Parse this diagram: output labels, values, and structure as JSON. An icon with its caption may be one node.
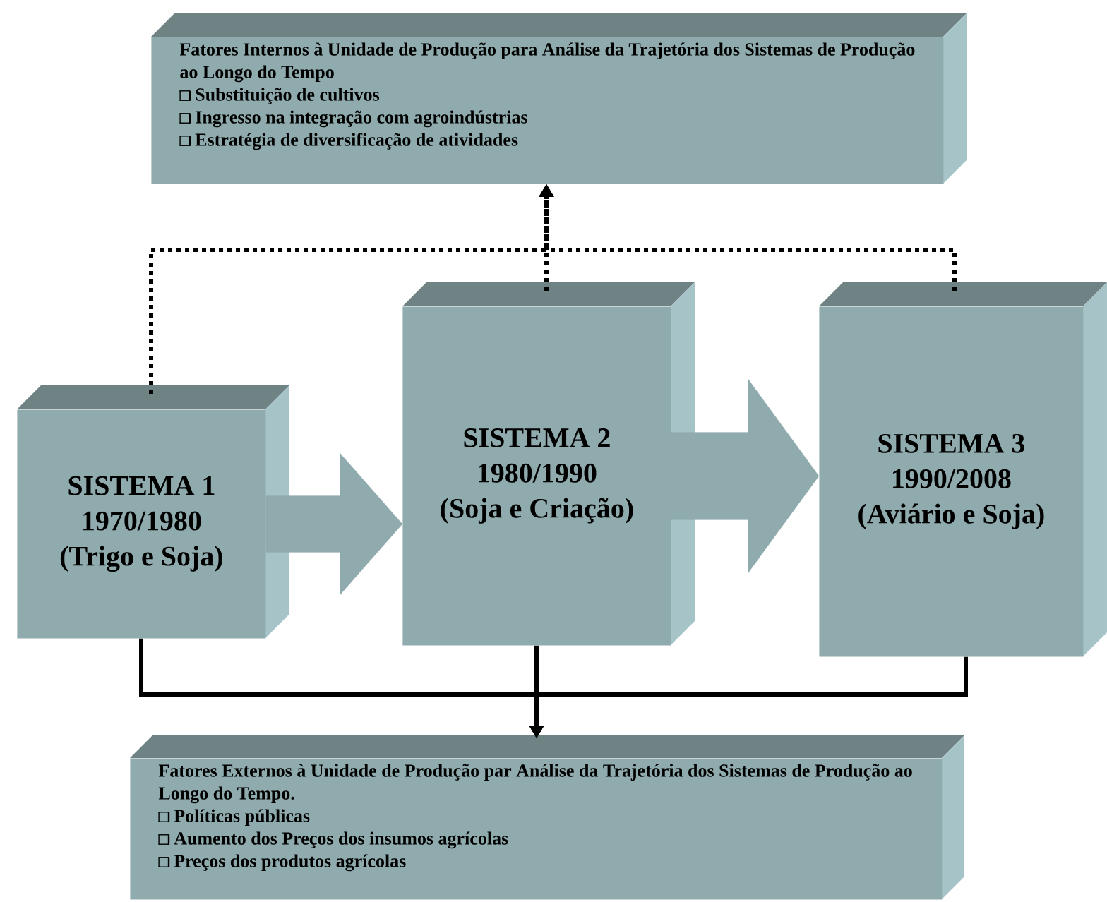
{
  "diagram": {
    "nodes": [
      {
        "text": [
          "Fatores Internos à Unidade de Produção para Análise da Trajetória dos Sistemas de Produção ao Longo do Tempo",
          "Substituição de cultivos",
          "Ingresso na integração com agroindústrias",
          "Estratégia de diversificação de atividades"
        ]
      },
      {
        "text": [
          "SISTEMA 1",
          "1970/1980",
          "(Trigo e Soja)"
        ]
      },
      {
        "text": [
          "SISTEMA 2",
          "1980/1990",
          "(Soja e Criação)"
        ]
      },
      {
        "text": [
          "SISTEMA 3",
          "1990/2008",
          "(Aviário e Soja)"
        ]
      },
      {
        "text": [
          "Fatores Externos à Unidade de Produção par Análise da Trajetória dos Sistemas de Produção ao Longo do Tempo.",
          "Políticas públicas",
          "Aumento dos Preços dos insumos agrícolas",
          "Preços dos produtos agrícolas"
        ]
      }
    ],
    "edges": [
      {
        "from": 1,
        "to": 2,
        "arrow": "to",
        "style": "thick",
        "color": "#8fabad"
      },
      {
        "from": 2,
        "to": 3,
        "arrow": "to",
        "style": "thick",
        "color": "#8fabad"
      },
      {
        "from": 1,
        "to": 0,
        "arrow": "to",
        "style": "dashed"
      },
      {
        "from": 2,
        "to": 0,
        "arrow": "to",
        "style": "dashed"
      },
      {
        "from": 3,
        "to": 0,
        "arrow": "to",
        "style": "dashed"
      },
      {
        "from": 1,
        "to": 4,
        "arrow": "to"
      },
      {
        "from": 2,
        "to": 4,
        "arrow": "to"
      },
      {
        "from": 3,
        "to": 4,
        "arrow": "to"
      }
    ]
  }
}
